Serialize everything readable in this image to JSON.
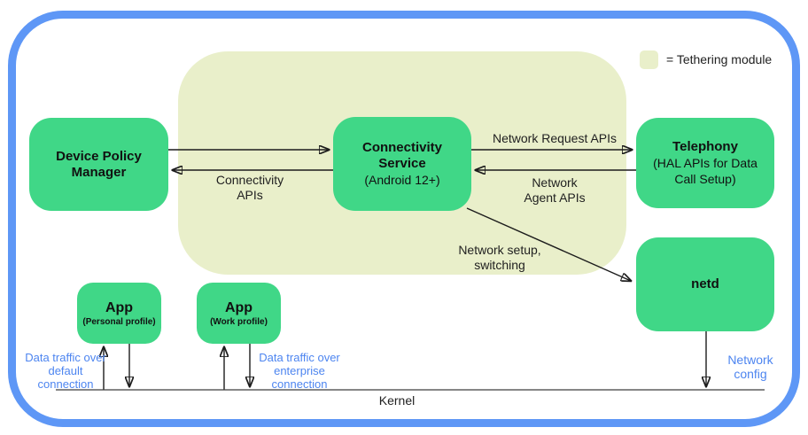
{
  "colors": {
    "border_blue": "#5e97f6",
    "box_green": "#40d787",
    "tether_bg": "#e9efca",
    "blue_text": "#4d85f0",
    "text_dark": "#212121",
    "arrow_color": "#1c1c1c",
    "kernel_line": "#3f3f3f"
  },
  "legend": {
    "label": "= Tethering module"
  },
  "boxes": {
    "device_policy_manager": {
      "title": "Device Policy Manager"
    },
    "connectivity_service": {
      "title": "Connectivity Service",
      "subtitle": "(Android 12+)"
    },
    "telephony": {
      "title": "Telephony",
      "subtitle": "(HAL APIs for Data Call Setup)"
    },
    "netd": {
      "title": "netd"
    },
    "app_personal": {
      "title": "App",
      "subtitle": "(Personal profile)"
    },
    "app_work": {
      "title": "App",
      "subtitle": "(Work profile)"
    }
  },
  "labels": {
    "connectivity_apis": {
      "line1": "Connectivity",
      "line2": "APIs"
    },
    "network_request_apis": {
      "line1": "Network Request APIs"
    },
    "network_agent_apis": {
      "line1": "Network",
      "line2": "Agent APIs"
    },
    "network_setup": {
      "line1": "Network setup,",
      "line2": "switching"
    },
    "data_traffic_default": {
      "line1": "Data traffic over",
      "line2": "default connection"
    },
    "data_traffic_enterprise": {
      "line1": "Data traffic over",
      "line2": "enterprise connection"
    },
    "network_config": {
      "line1": "Network",
      "line2": "config"
    },
    "kernel": {
      "line1": "Kernel"
    }
  }
}
